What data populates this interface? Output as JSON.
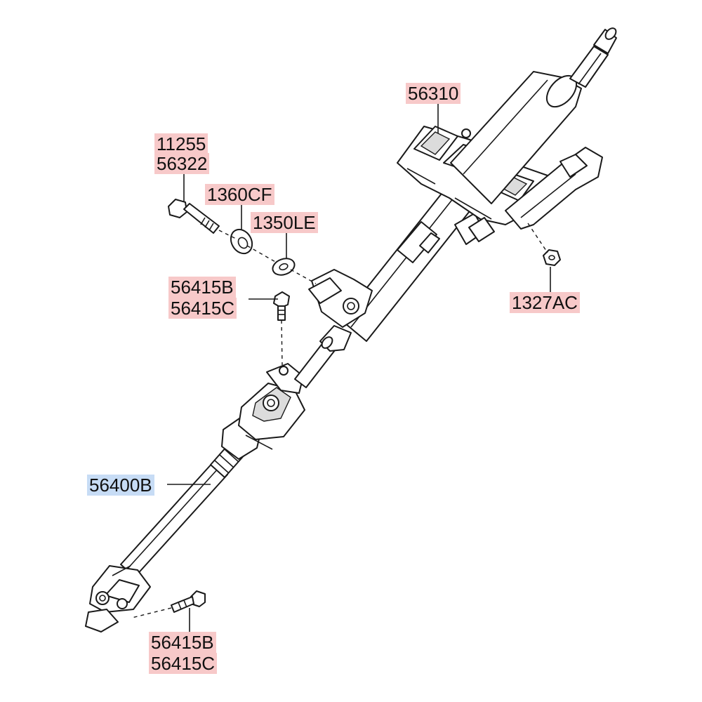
{
  "labels": {
    "p56310": "56310",
    "p11255": "11255",
    "p56322": "56322",
    "p1360cf": "1360CF",
    "p1350le": "1350LE",
    "p56415b_top": "56415B",
    "p56415c_top": "56415C",
    "p1327ac": "1327AC",
    "p56400b": "56400B",
    "p56415b_bottom": "56415B",
    "p56415c_bottom": "56415C"
  },
  "colors": {
    "label_highlight": "#f7c9c9",
    "selected_highlight": "#c7dcf5",
    "line": "#1a1a1a"
  }
}
